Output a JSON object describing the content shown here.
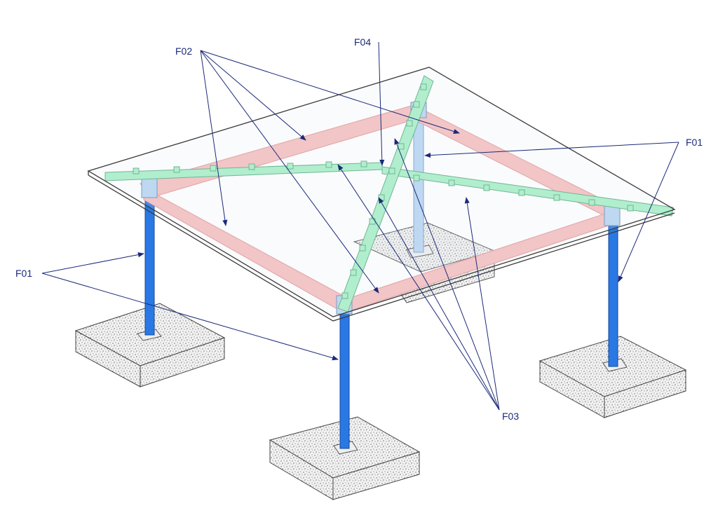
{
  "diagram": {
    "type": "isometric structural diagram - pergola/roof frame on four footings",
    "labels": {
      "F01_left": "F01",
      "F01_right": "F01",
      "F02": "F02",
      "F03": "F03",
      "F04": "F04"
    },
    "colors": {
      "column": "#2a78e4",
      "column_light": "#b9d6f4",
      "beam": "#f6c0c0",
      "rafter": "#a8f0c8",
      "roof_edge": "#3a3a3a",
      "leader": "#1b2a7a",
      "footing_fill": "#f2f2f2",
      "footing_speckle": "#222222"
    }
  }
}
